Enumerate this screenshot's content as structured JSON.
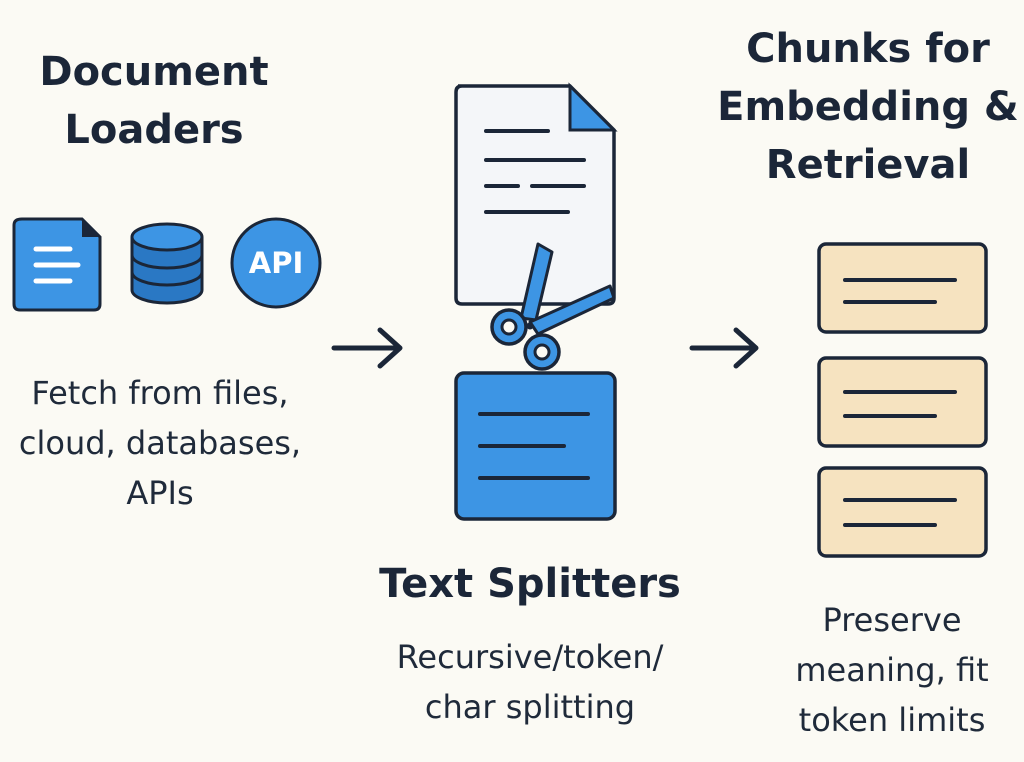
{
  "columns": {
    "loaders": {
      "title_line1": "Document",
      "title_line2": "Loaders",
      "icons": [
        "document-icon",
        "database-icon",
        "api-icon"
      ],
      "api_badge_text": "API",
      "desc_line1": "Fetch from files,",
      "desc_line2": "cloud, databases,",
      "desc_line3": "APIs"
    },
    "splitters": {
      "title": "Text Splitters",
      "icons": [
        "document-icon",
        "scissors-icon",
        "text-chunk-icon"
      ],
      "desc_line1": "Recursive/token/",
      "desc_line2": "char splitting"
    },
    "chunks": {
      "title_line1": "Chunks for",
      "title_line2": "Embedding &",
      "title_line3": "Retrieval",
      "icons": [
        "chunk-card-icon",
        "chunk-card-icon",
        "chunk-card-icon"
      ],
      "desc_line1": "Preserve",
      "desc_line2": "meaning, fit",
      "desc_line3": "token limits"
    }
  },
  "colors": {
    "background": "#fbfaf4",
    "outline": "#1b2638",
    "blue": "#3d95e4",
    "blue_dark": "#2a78c4",
    "paper": "#f4f6f9",
    "chunk_fill": "#f6e3c0"
  }
}
